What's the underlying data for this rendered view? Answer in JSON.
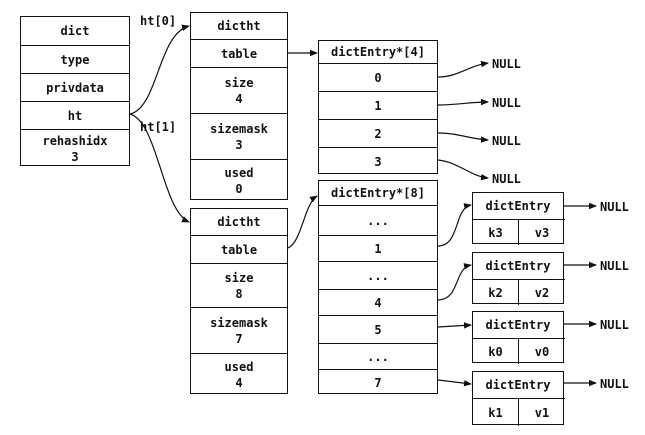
{
  "dict": {
    "fields": [
      "dict",
      "type",
      "privdata",
      "ht"
    ],
    "rehashidx_label": "rehashidx",
    "rehashidx_value": "3"
  },
  "ht_labels": [
    "ht[0]",
    "ht[1]"
  ],
  "dictht0": {
    "title": "dictht",
    "table": "table",
    "size_label": "size",
    "size": "4",
    "sizemask_label": "sizemask",
    "sizemask": "3",
    "used_label": "used",
    "used": "0"
  },
  "dictht1": {
    "title": "dictht",
    "table": "table",
    "size_label": "size",
    "size": "8",
    "sizemask_label": "sizemask",
    "sizemask": "7",
    "used_label": "used",
    "used": "4"
  },
  "table0": {
    "title": "dictEntry*[4]",
    "slots": [
      "0",
      "1",
      "2",
      "3"
    ]
  },
  "table1": {
    "title": "dictEntry*[8]",
    "slots": [
      "...",
      "1",
      "...",
      "4",
      "5",
      "...",
      "7"
    ]
  },
  "null_label": "NULL",
  "entries": [
    {
      "title": "dictEntry",
      "key": "k3",
      "value": "v3"
    },
    {
      "title": "dictEntry",
      "key": "k2",
      "value": "v2"
    },
    {
      "title": "dictEntry",
      "key": "k0",
      "value": "v0"
    },
    {
      "title": "dictEntry",
      "key": "k1",
      "value": "v1"
    }
  ]
}
